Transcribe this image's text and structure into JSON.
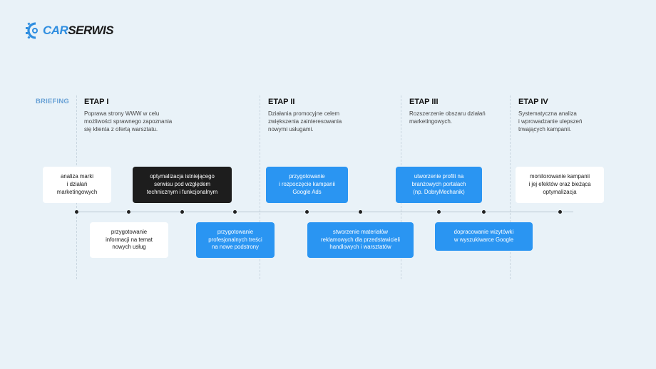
{
  "logo": {
    "part1": "CAR",
    "part2": "SERWIS"
  },
  "briefing_label": "BRIEFING",
  "stages": [
    {
      "title": "ETAP I",
      "description": "Poprawa strony WWW w celu\nmożliwości sprawnego zapoznania\nsię klienta z ofertą warsztatu."
    },
    {
      "title": "ETAP II",
      "description": "Działania promocyjne celem\nzwiększenia zainteresowania\nnowymi usługami."
    },
    {
      "title": "ETAP III",
      "description": "Rozszerzenie obszaru działań\nmarketingowych."
    },
    {
      "title": "ETAP IV",
      "description": "Systematyczna analiza\ni wprowadzanie ulepszeń\ntrwających kampanii."
    }
  ],
  "tasks": [
    {
      "text": "analiza marki\ni działań\nmarketingowych",
      "style": "white"
    },
    {
      "text": "przygotowanie\ninformacji na temat\nnowych usług",
      "style": "white"
    },
    {
      "text": "optymalizacja istniejącego\nserwisu pod względem\ntechnicznym i funkcjonalnym",
      "style": "dark"
    },
    {
      "text": "przygotowanie\nprofesjonalnych treści\nna nowe podstrony",
      "style": "blue"
    },
    {
      "text": "przygotowanie\ni rozpoczęcie kampanii\nGoogle Ads",
      "style": "blue"
    },
    {
      "text": "stworzenie materiałów\nreklamowych dla przedstawicieli\nhandlowych i warsztatów",
      "style": "blue"
    },
    {
      "text": "utworzenie profili na\nbranżowych portalach\n(np. DobryMechanik)",
      "style": "blue"
    },
    {
      "text": "dopracowanie wizytówki\nw wyszukiwarce Google",
      "style": "blue"
    },
    {
      "text": "monitorowanie kampanii\ni jej efektów oraz bieżąca\noptymalizacja",
      "style": "white"
    }
  ],
  "colors": {
    "accent": "#2a95f2",
    "dark": "#1d1d1d",
    "background": "#e9f2f8",
    "briefing": "#6aa2d6"
  }
}
